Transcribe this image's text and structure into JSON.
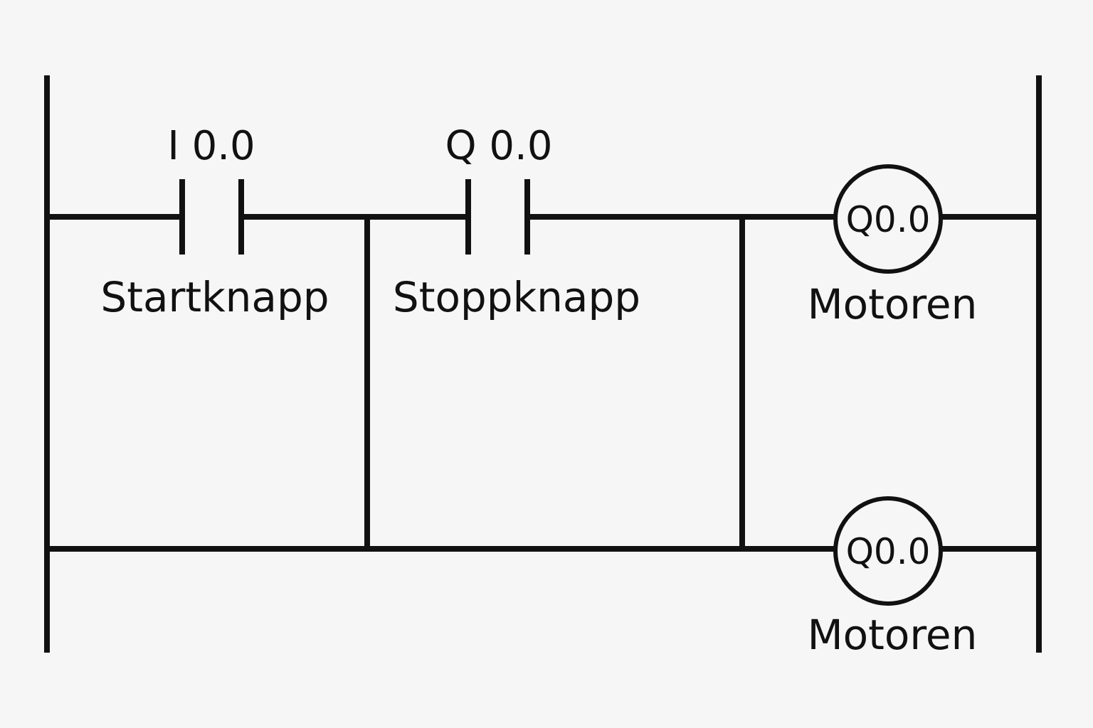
{
  "diagram": {
    "contacts": [
      {
        "address": "I 0.0",
        "label": "Startknapp"
      },
      {
        "address": "Q 0.0",
        "label": "Stoppknapp"
      }
    ],
    "coils": [
      {
        "address": "Q0.0",
        "label": "Motoren"
      },
      {
        "address": "Q0.0",
        "label": "Motoren"
      }
    ]
  }
}
